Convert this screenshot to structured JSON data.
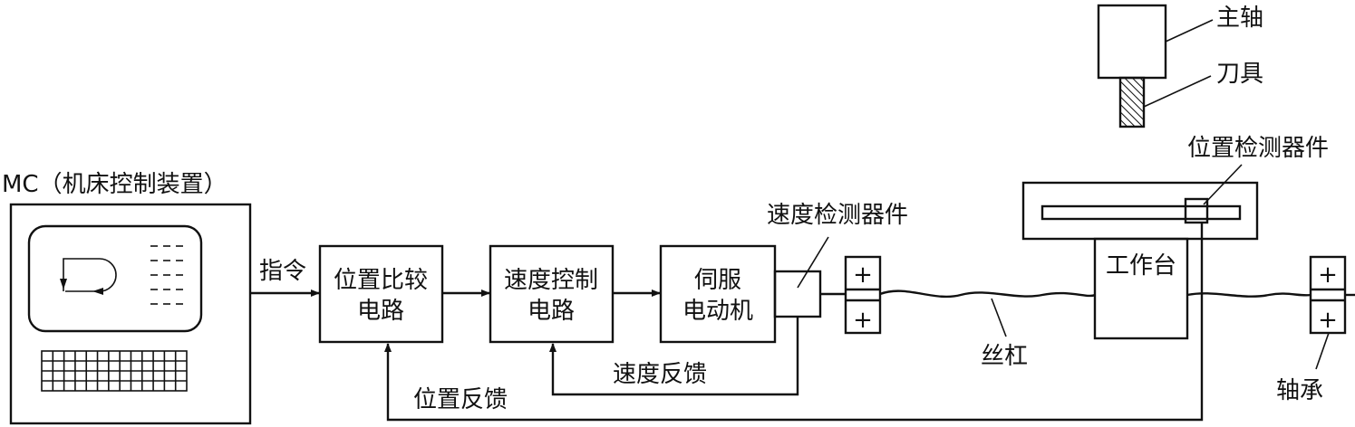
{
  "labels": {
    "mc": "MC（机床控制装置）",
    "command": "指令",
    "box_position_compare_l1": "位置比较",
    "box_position_compare_l2": "电路",
    "box_speed_control_l1": "速度控制",
    "box_speed_control_l2": "电路",
    "box_servo_l1": "伺服",
    "box_servo_l2": "电动机",
    "speed_sensor": "速度检测器件",
    "speed_feedback": "速度反馈",
    "position_feedback": "位置反馈",
    "lead_screw": "丝杠",
    "bearing": "轴承",
    "worktable": "工作台",
    "position_sensor": "位置检测器件",
    "spindle": "主轴",
    "tool": "刀具",
    "plus": "+"
  }
}
